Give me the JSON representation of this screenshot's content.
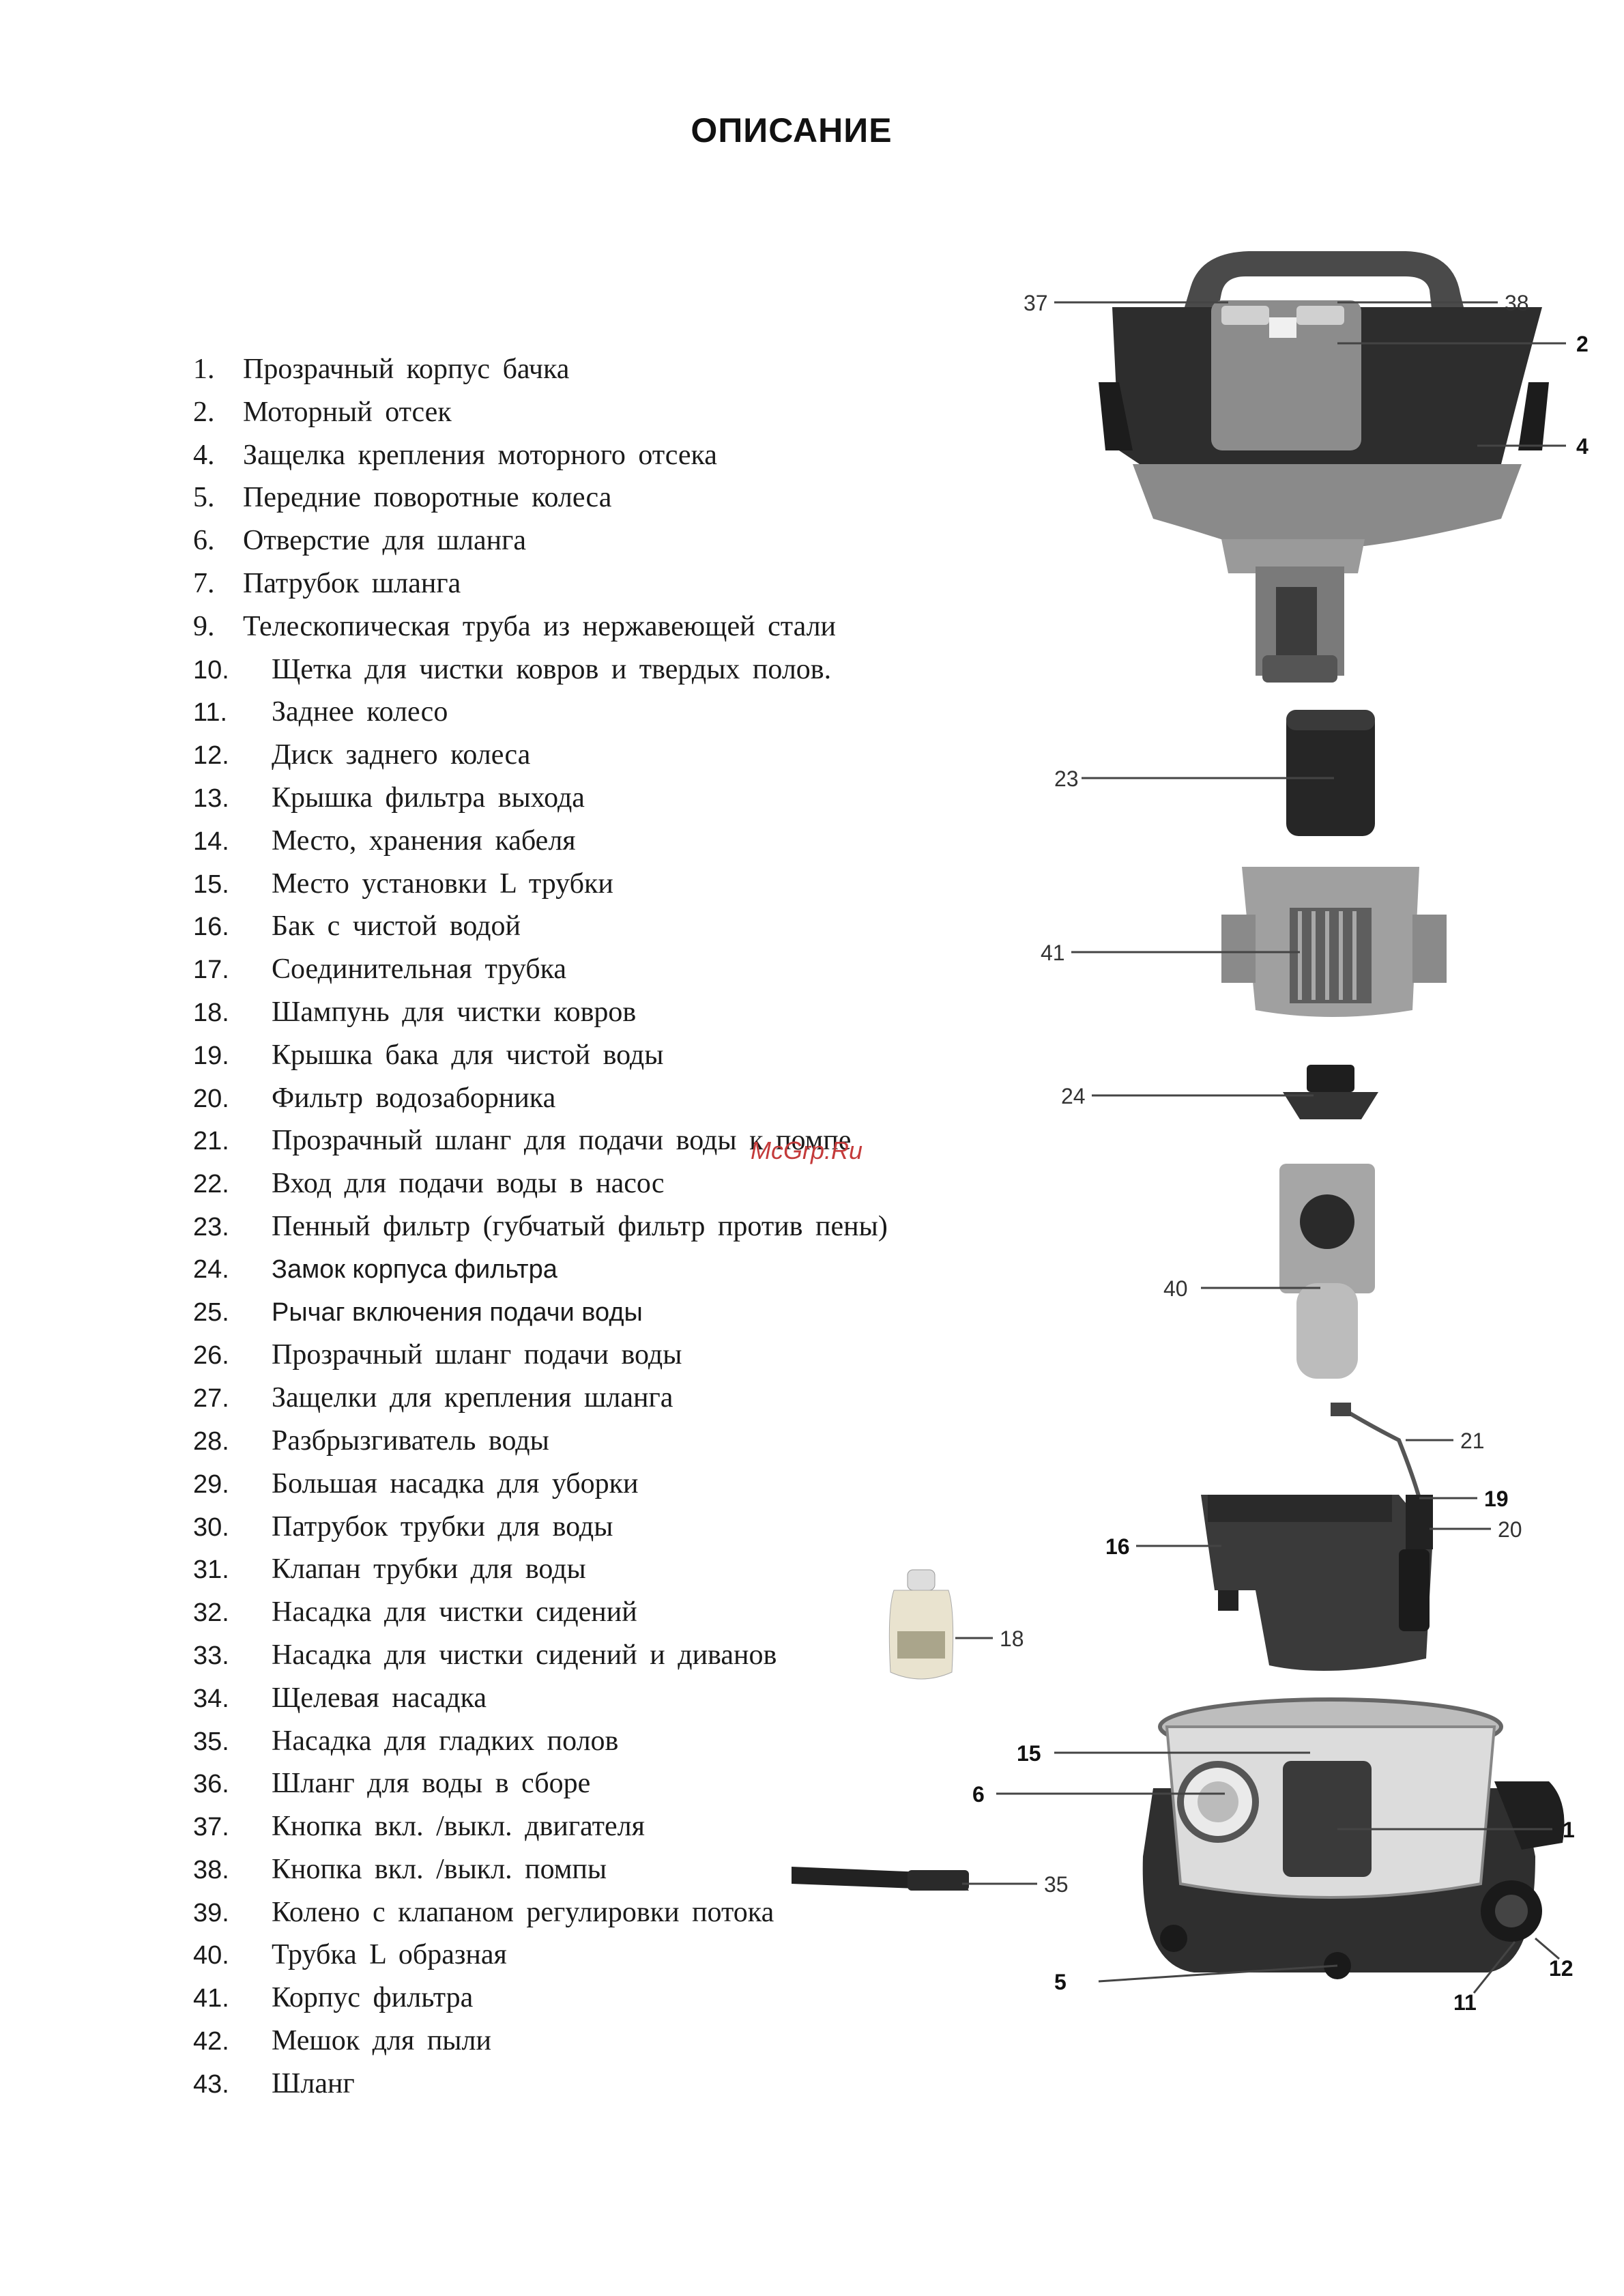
{
  "title": "ОПИСАНИЕ",
  "parts": [
    {
      "num": "1.",
      "text": "Прозрачный корпус бачка"
    },
    {
      "num": "2.",
      "text": "Моторный отсек"
    },
    {
      "num": "4.",
      "text": "Защелка крепления моторного отсека"
    },
    {
      "num": "5.",
      "text": "Передние поворотные колеса"
    },
    {
      "num": "6.",
      "text": "Отверстие для шланга"
    },
    {
      "num": "7.",
      "text": "Патрубок шланга"
    },
    {
      "num": "9.",
      "text": "Телескопическая труба из нержавеющей стали"
    },
    {
      "num": "10.",
      "text": "Щетка для чистки ковров и твердых полов."
    },
    {
      "num": "11.",
      "text": "Заднее колесо"
    },
    {
      "num": "12.",
      "text": "Диск заднего колеса"
    },
    {
      "num": "13.",
      "text": "Крышка фильтра выхода"
    },
    {
      "num": "14.",
      "text": "Место, хранения кабеля"
    },
    {
      "num": "15.",
      "text": "Место установки L трубки"
    },
    {
      "num": "16.",
      "text": "Бак с чистой водой"
    },
    {
      "num": "17.",
      "text": "Соединительная трубка"
    },
    {
      "num": "18.",
      "text": "Шампунь для чистки ковров"
    },
    {
      "num": "19.",
      "text": "Крышка бака для чистой воды"
    },
    {
      "num": "20.",
      "text": "Фильтр водозаборника"
    },
    {
      "num": "21.",
      "text": "Прозрачный шланг для подачи воды к помпе"
    },
    {
      "num": "22.",
      "text": "Вход для подачи воды в насос"
    },
    {
      "num": "23.",
      "text": "Пенный фильтр (губчатый фильтр против пены)"
    },
    {
      "num": "24.",
      "text": "Замок корпуса фильтра"
    },
    {
      "num": "25.",
      "text": "Рычаг включения подачи воды"
    },
    {
      "num": "26.",
      "text": "Прозрачный шланг подачи воды"
    },
    {
      "num": "27.",
      "text": "Защелки для крепления шланга"
    },
    {
      "num": "28.",
      "text": "Разбрызгиватель воды"
    },
    {
      "num": "29.",
      "text": "Большая насадка для уборки"
    },
    {
      "num": "30.",
      "text": "Патрубок трубки для воды"
    },
    {
      "num": "31.",
      "text": "Клапан трубки для воды"
    },
    {
      "num": "32.",
      "text": "Насадка для чистки сидений"
    },
    {
      "num": "33.",
      "text": "Насадка для чистки сидений и диванов"
    },
    {
      "num": "34.",
      "text": "Щелевая насадка"
    },
    {
      "num": "35.",
      "text": "Насадка для гладких полов"
    },
    {
      "num": "36.",
      "text": "Шланг для воды в сборе"
    },
    {
      "num": "37.",
      "text": "Кнопка вкл. /выкл. двигателя"
    },
    {
      "num": "38.",
      "text": "Кнопка вкл. /выкл. помпы"
    },
    {
      "num": "39.",
      "text": "Колено с клапаном регулировки потока"
    },
    {
      "num": "40.",
      "text": "Трубка L образная"
    },
    {
      "num": "41.",
      "text": "Корпус фильтра"
    },
    {
      "num": "42.",
      "text": "Мешок для пыли"
    },
    {
      "num": "43.",
      "text": "Шланг"
    }
  ],
  "watermark": "McGrp.Ru",
  "callouts": {
    "c37": "37",
    "c38": "38",
    "c2": "2",
    "c4": "4",
    "c23": "23",
    "c41": "41",
    "c24": "24",
    "c40": "40",
    "c21": "21",
    "c19": "19",
    "c20": "20",
    "c16": "16",
    "c18": "18",
    "c15": "15",
    "c6": "6",
    "c1": "1",
    "c35": "35",
    "c5": "5",
    "c11": "11",
    "c12": "12"
  }
}
